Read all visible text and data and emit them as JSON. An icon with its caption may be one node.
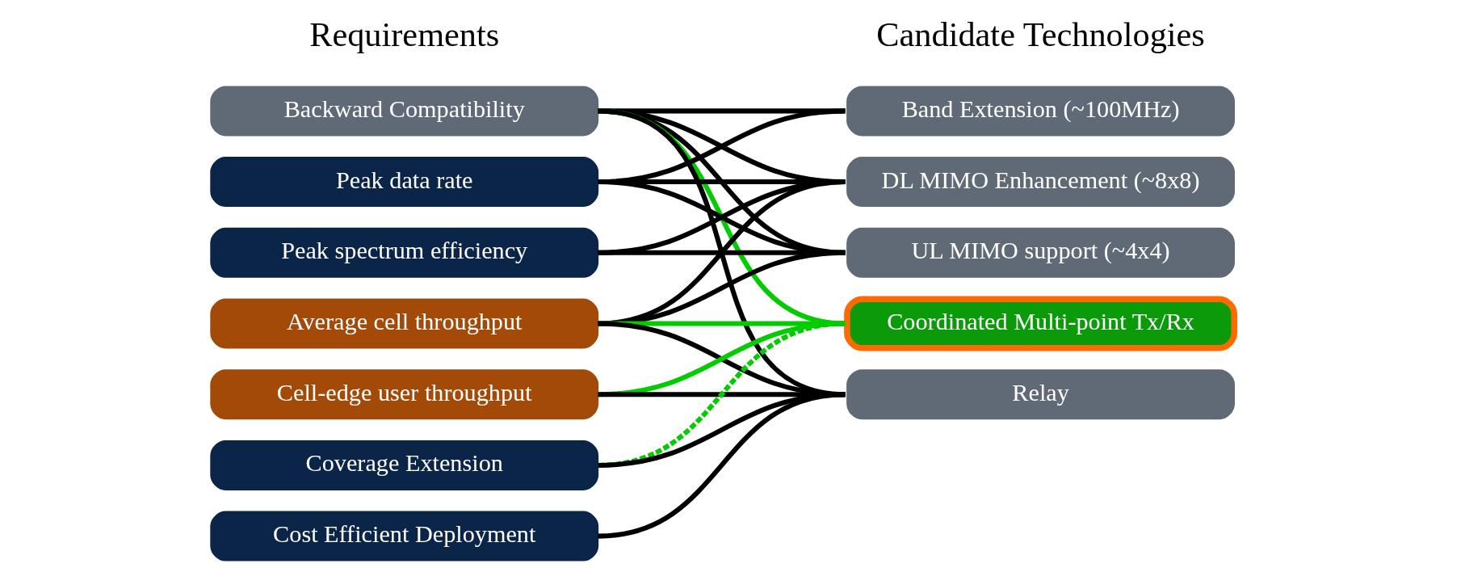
{
  "diagram": {
    "nodes": [
      {
        "text": [
          "Backward Compatibility"
        ]
      },
      {
        "text": [
          "Peak data rate"
        ]
      },
      {
        "text": [
          "Peak spectrum efficiency"
        ]
      },
      {
        "text": [
          "Average cell throughput"
        ]
      },
      {
        "text": [
          "Cell-edge user throughput"
        ]
      },
      {
        "text": [
          "Coverage Extension"
        ]
      },
      {
        "text": [
          "Cost Efficient Deployment"
        ]
      },
      {
        "text": [
          "Band Extension (~100MHz)"
        ]
      },
      {
        "text": [
          "DL MIMO Enhancement (~8x8)"
        ]
      },
      {
        "text": [
          "UL MIMO support (~4x4)"
        ]
      },
      {
        "text": [
          "Coordinated Multi-point Tx/Rx"
        ]
      },
      {
        "text": [
          "Relay"
        ]
      }
    ],
    "edges": [
      {
        "from": 0,
        "to": 7,
        "arrow": "none"
      },
      {
        "from": 0,
        "to": 8,
        "arrow": "none"
      },
      {
        "from": 0,
        "to": 9,
        "arrow": "none"
      },
      {
        "from": 0,
        "to": 10,
        "arrow": "none",
        "color": "#00cc00"
      },
      {
        "from": 0,
        "to": 11,
        "arrow": "none"
      },
      {
        "from": 1,
        "to": 7,
        "arrow": "none"
      },
      {
        "from": 1,
        "to": 8,
        "arrow": "none"
      },
      {
        "from": 1,
        "to": 9,
        "arrow": "none"
      },
      {
        "from": 2,
        "to": 8,
        "arrow": "none"
      },
      {
        "from": 2,
        "to": 9,
        "arrow": "none"
      },
      {
        "from": 3,
        "to": 8,
        "arrow": "none"
      },
      {
        "from": 3,
        "to": 9,
        "arrow": "none"
      },
      {
        "from": 3,
        "to": 10,
        "arrow": "none",
        "color": "#00cc00"
      },
      {
        "from": 3,
        "to": 11,
        "arrow": "none"
      },
      {
        "from": 4,
        "to": 10,
        "arrow": "none",
        "color": "#00cc00"
      },
      {
        "from": 4,
        "to": 11,
        "arrow": "none"
      },
      {
        "from": 5,
        "to": 10,
        "arrow": "none",
        "style": "dashed",
        "color": "#00cc00"
      },
      {
        "from": 5,
        "to": 11,
        "arrow": "none"
      },
      {
        "from": 6,
        "to": 11,
        "arrow": "none"
      }
    ],
    "labels": [
      "Requirements",
      "Candidate Technologies"
    ]
  }
}
